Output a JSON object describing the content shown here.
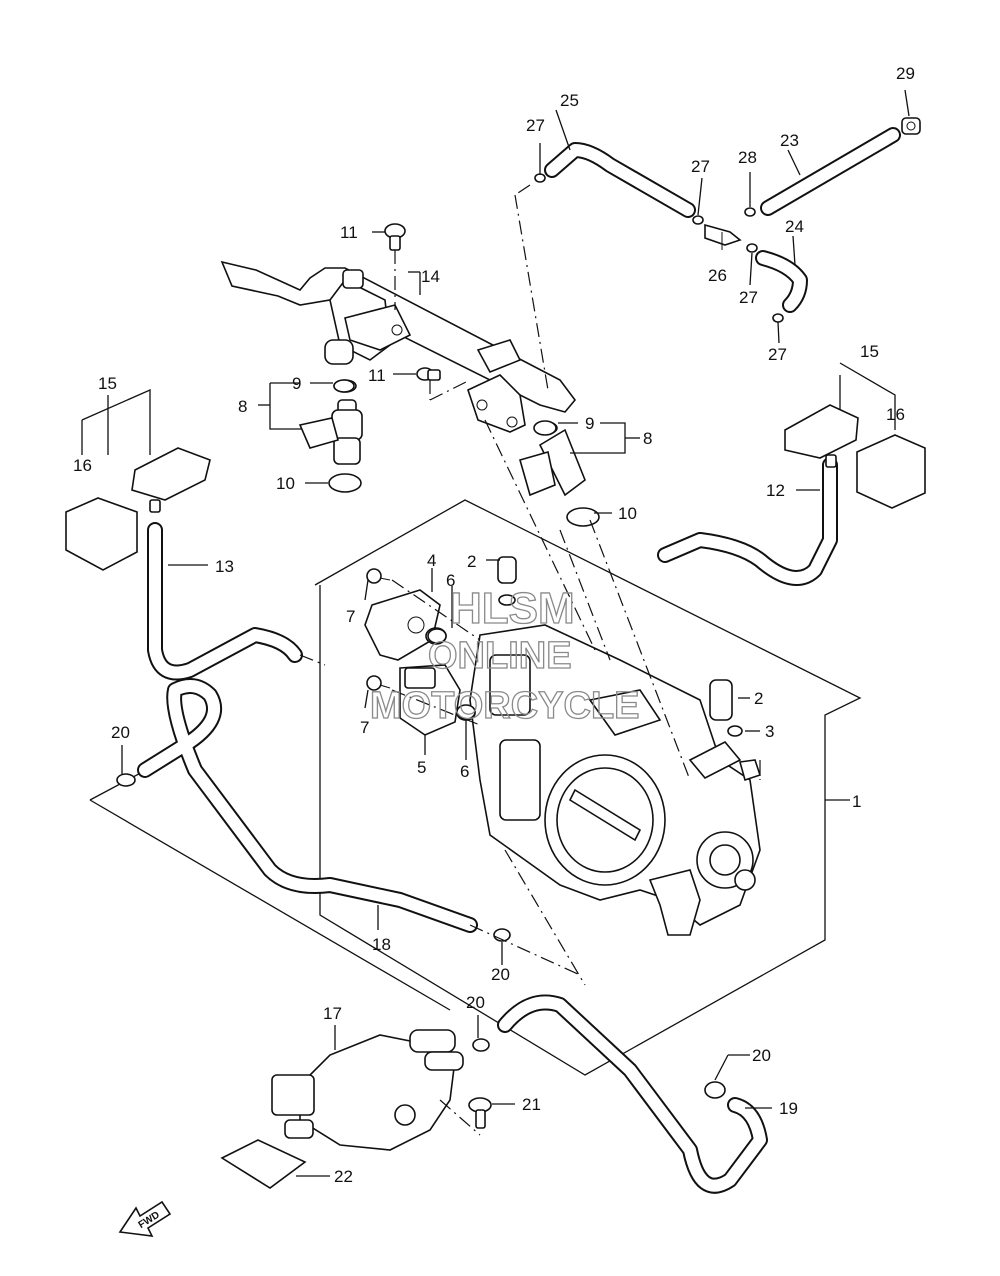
{
  "callouts": [
    {
      "id": "c1",
      "text": "1"
    },
    {
      "id": "c2a",
      "text": "2"
    },
    {
      "id": "c2b",
      "text": "2"
    },
    {
      "id": "c3",
      "text": "3"
    },
    {
      "id": "c4",
      "text": "4"
    },
    {
      "id": "c5",
      "text": "5"
    },
    {
      "id": "c6a",
      "text": "6"
    },
    {
      "id": "c6b",
      "text": "6"
    },
    {
      "id": "c7a",
      "text": "7"
    },
    {
      "id": "c7b",
      "text": "7"
    },
    {
      "id": "c8a",
      "text": "8"
    },
    {
      "id": "c8b",
      "text": "8"
    },
    {
      "id": "c9a",
      "text": "9"
    },
    {
      "id": "c9b",
      "text": "9"
    },
    {
      "id": "c10a",
      "text": "10"
    },
    {
      "id": "c10b",
      "text": "10"
    },
    {
      "id": "c11a",
      "text": "11"
    },
    {
      "id": "c11b",
      "text": "11"
    },
    {
      "id": "c12",
      "text": "12"
    },
    {
      "id": "c13",
      "text": "13"
    },
    {
      "id": "c14",
      "text": "14"
    },
    {
      "id": "c15a",
      "text": "15"
    },
    {
      "id": "c15b",
      "text": "15"
    },
    {
      "id": "c16a",
      "text": "16"
    },
    {
      "id": "c16b",
      "text": "16"
    },
    {
      "id": "c17",
      "text": "17"
    },
    {
      "id": "c18",
      "text": "18"
    },
    {
      "id": "c19",
      "text": "19"
    },
    {
      "id": "c20a",
      "text": "20"
    },
    {
      "id": "c20b",
      "text": "20"
    },
    {
      "id": "c20c",
      "text": "20"
    },
    {
      "id": "c20d",
      "text": "20"
    },
    {
      "id": "c21",
      "text": "21"
    },
    {
      "id": "c22",
      "text": "22"
    },
    {
      "id": "c23",
      "text": "23"
    },
    {
      "id": "c24",
      "text": "24"
    },
    {
      "id": "c25",
      "text": "25"
    },
    {
      "id": "c26",
      "text": "26"
    },
    {
      "id": "c27a",
      "text": "27"
    },
    {
      "id": "c27b",
      "text": "27"
    },
    {
      "id": "c27c",
      "text": "27"
    },
    {
      "id": "c27d",
      "text": "27"
    },
    {
      "id": "c28",
      "text": "28"
    },
    {
      "id": "c29",
      "text": "29"
    }
  ],
  "fwd_label": "FWD",
  "watermark": [
    "HLSM",
    "ONLINE",
    "MOTORCYCLE"
  ]
}
